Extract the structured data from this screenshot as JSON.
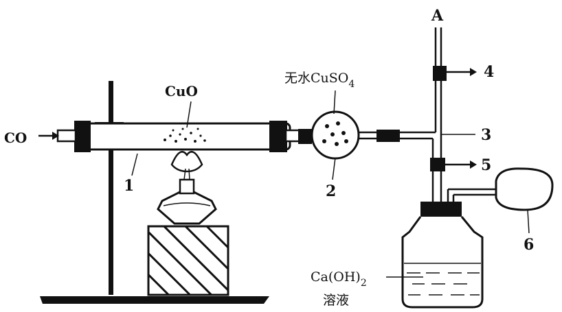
{
  "labels": {
    "co": "CO",
    "cuo": "CuO",
    "anhydrous_cuso4_main": "无水CuSO",
    "anhydrous_cuso4_sub": "4",
    "point_a": "A",
    "limewater_main": "Ca(OH)",
    "limewater_sub": "2",
    "limewater_line2": "溶液"
  },
  "part_numbers": {
    "n1": "1",
    "n2": "2",
    "n3": "3",
    "n4": "4",
    "n5": "5",
    "n6": "6"
  },
  "colors": {
    "ink": "#111111",
    "background": "#ffffff"
  }
}
